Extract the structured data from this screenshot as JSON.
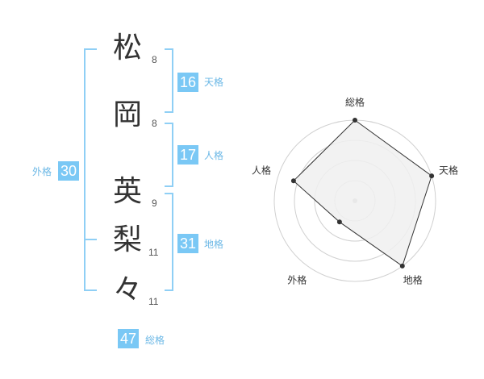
{
  "name_chars": [
    {
      "char": "松",
      "strokes": "8"
    },
    {
      "char": "岡",
      "strokes": "8"
    },
    {
      "char": "英",
      "strokes": "9"
    },
    {
      "char": "梨",
      "strokes": "11"
    },
    {
      "char": "々",
      "strokes": "11"
    }
  ],
  "fortunes": {
    "tenkaku": {
      "value": "16",
      "label": "天格"
    },
    "jinkaku": {
      "value": "17",
      "label": "人格"
    },
    "chikaku": {
      "value": "31",
      "label": "地格"
    },
    "gaikaku": {
      "value": "30",
      "label": "外格"
    },
    "soukaku": {
      "value": "47",
      "label": "総格"
    }
  },
  "colors": {
    "badge": "#7ac8f5",
    "bracket": "#8fcff5",
    "label": "#6cb8e6",
    "radar_fill": "#f0f0f0",
    "radar_line": "#333333"
  },
  "chart_data": {
    "type": "radar",
    "axes": [
      "総格",
      "天格",
      "地格",
      "外格",
      "人格"
    ],
    "values": [
      4,
      4,
      4,
      1.3,
      3.2
    ],
    "max": 4,
    "rings": 4
  }
}
